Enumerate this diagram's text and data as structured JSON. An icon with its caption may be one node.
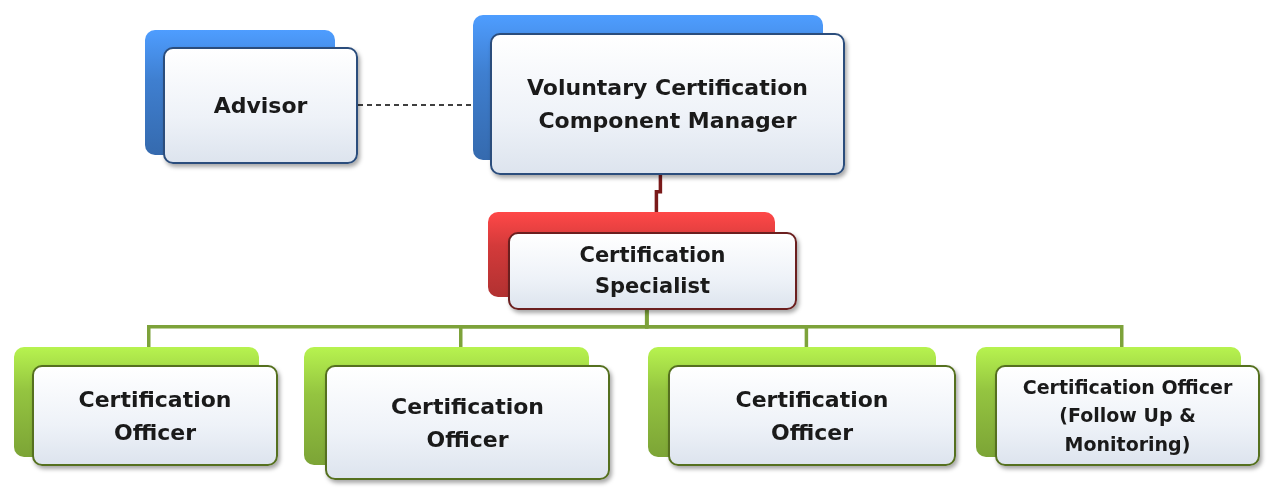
{
  "diagram": {
    "nodes": [
      {
        "text": [
          "Advisor"
        ]
      },
      {
        "text": [
          "Voluntary Certification Component Manager"
        ]
      },
      {
        "text": [
          "Certification Specialist"
        ]
      },
      {
        "text": [
          "Certification Officer"
        ]
      },
      {
        "text": [
          "Certification Officer"
        ]
      },
      {
        "text": [
          "Certification Officer"
        ]
      },
      {
        "text": [
          "Certification Officer (Follow Up & Monitoring)"
        ]
      }
    ],
    "edges": [
      {
        "from": 0,
        "to": 1,
        "arrow": "none",
        "style": "dashed",
        "color": "#000000"
      },
      {
        "from": 1,
        "to": 2,
        "arrow": "none",
        "color": "#7a1a1a"
      },
      {
        "from": 2,
        "to": 3,
        "arrow": "none"
      },
      {
        "from": 2,
        "to": 4,
        "arrow": "none"
      },
      {
        "from": 2,
        "to": 5,
        "arrow": "none"
      },
      {
        "from": 2,
        "to": 6,
        "arrow": "none"
      }
    ]
  }
}
